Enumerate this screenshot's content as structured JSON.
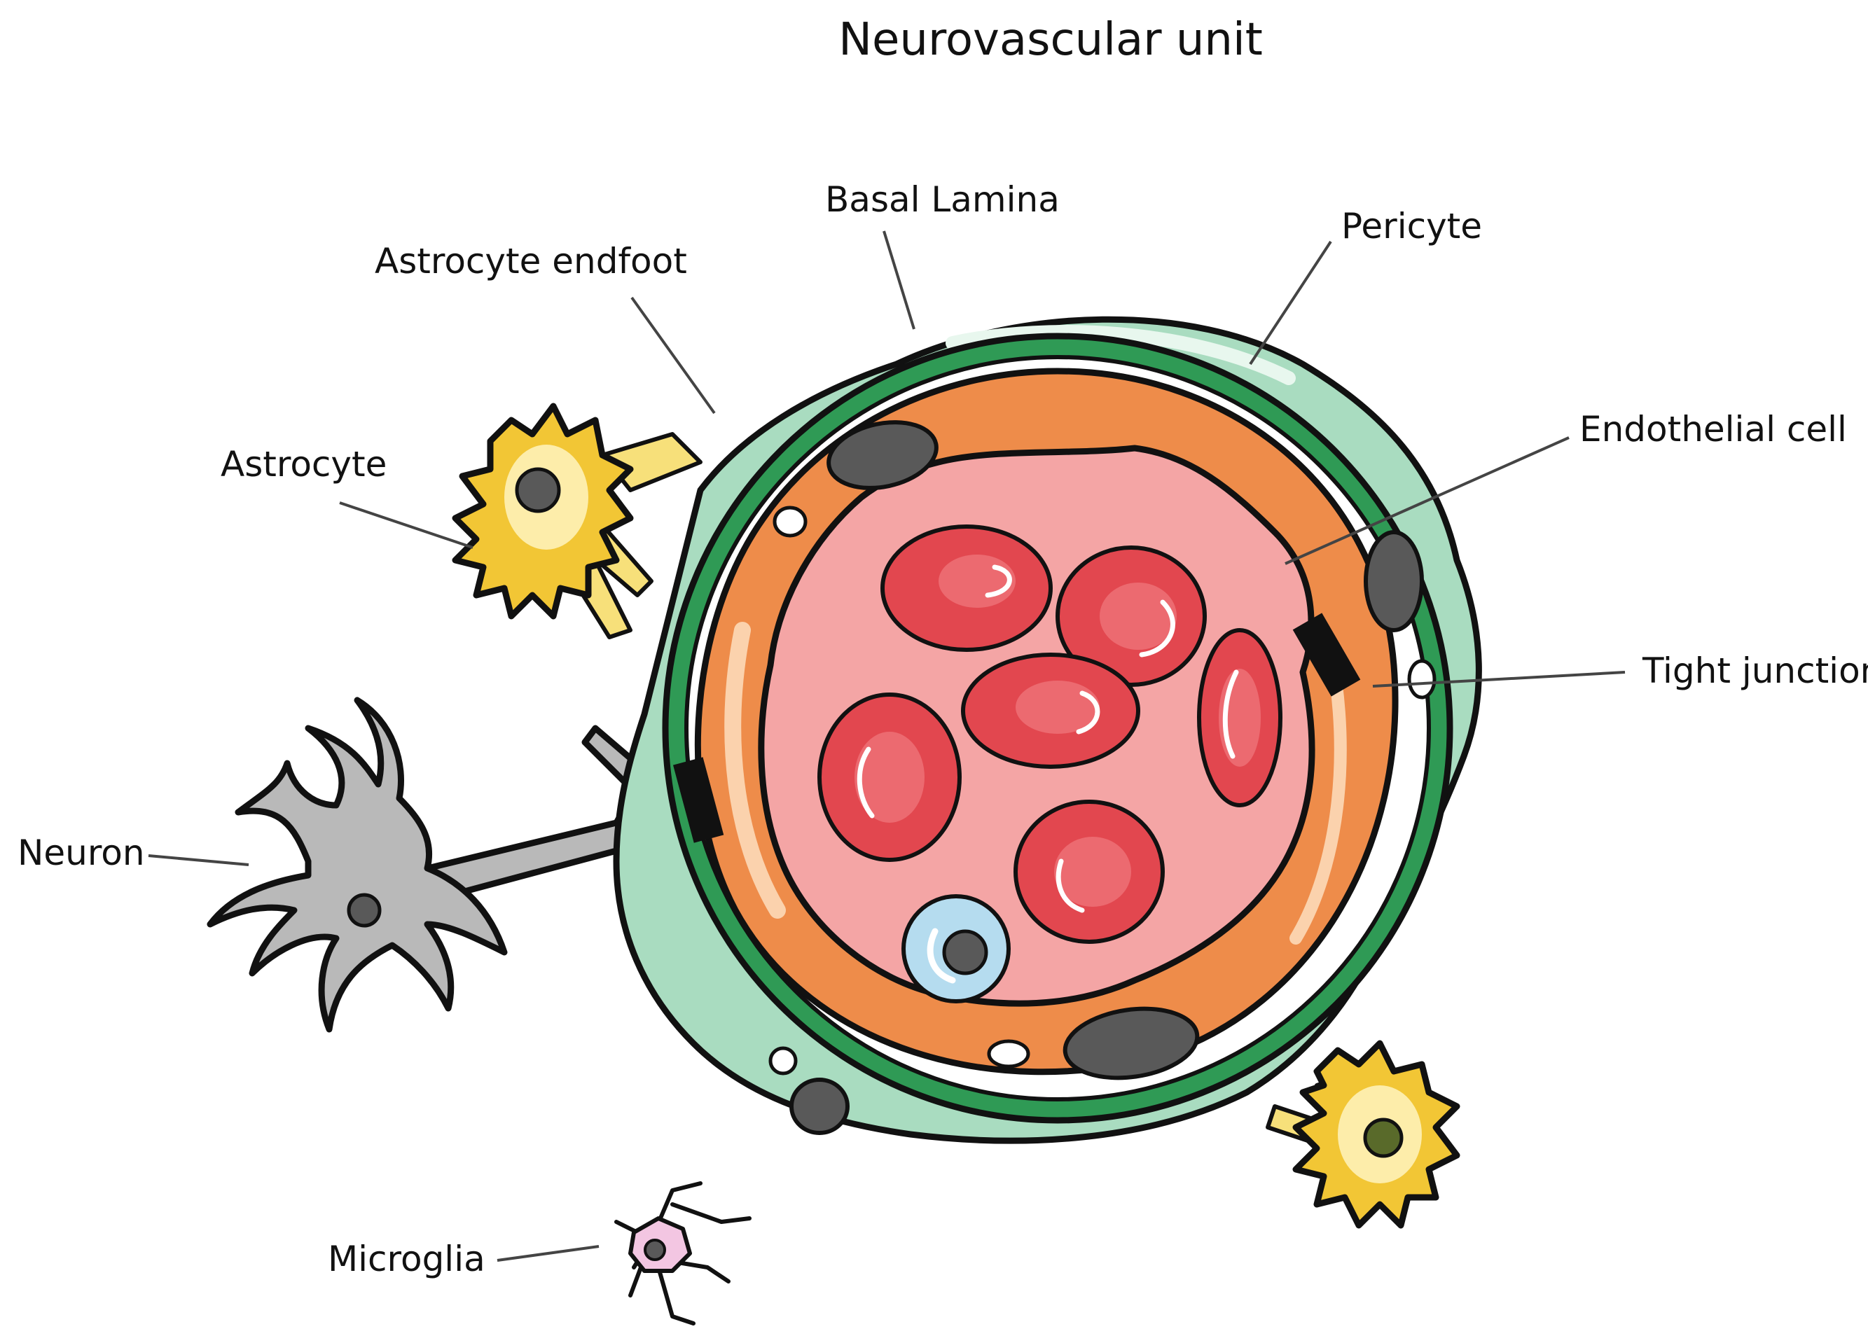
{
  "title": "Neurovascular unit",
  "labels": {
    "basal_lamina": "Basal Lamina",
    "pericyte": "Pericyte",
    "astrocyte_endfoot": "Astrocyte endfoot",
    "endothelial_cell": "Endothelial cell",
    "astrocyte": "Astrocyte",
    "tight_junction": "Tight junction",
    "neuron": "Neuron",
    "microglia": "Microglia"
  },
  "colors": {
    "pericyte": "#a9dcc0",
    "basal_lamina": "#2f9a55",
    "endothelial": "#ee8c4a",
    "lumen": "#f4a5a5",
    "red_blood_cell": "#e2474f",
    "astrocyte": "#f2c635",
    "neuron": "#b9b9b9",
    "microglia": "#f3c6e2",
    "leukocyte": "#b5dcef",
    "nucleus": "#595959",
    "tight_junction": "#111111"
  }
}
